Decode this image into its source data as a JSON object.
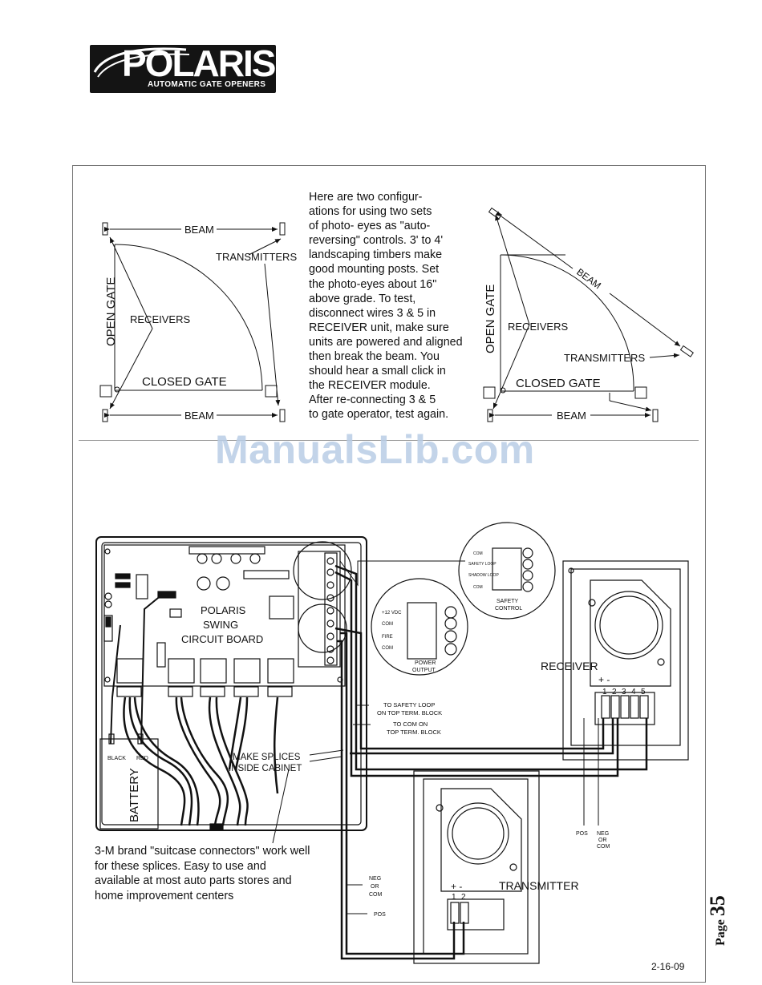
{
  "logo": {
    "word": "POLARIS",
    "tagline": "AUTOMATIC GATE OPENERS"
  },
  "watermark": "ManualsLib.com",
  "config_left": {
    "beam_top": "BEAM",
    "beam_bottom": "BEAM",
    "transmitters": "TRANSMITTERS",
    "receivers": "RECEIVERS",
    "open_gate": "OPEN GATE",
    "closed_gate": "CLOSED GATE"
  },
  "config_right": {
    "beam_diag": "BEAM",
    "beam_bottom": "BEAM",
    "transmitters": "TRANSMITTERS",
    "receivers": "RECEIVERS",
    "open_gate": "OPEN GATE",
    "closed_gate": "CLOSED GATE"
  },
  "description": [
    "Here are two configur-",
    "ations for using two sets",
    "of photo- eyes as \"auto-",
    "reversing\" controls.  3' to 4'",
    "landscaping timbers make",
    "good mounting posts.  Set",
    "the photo-eyes about 16\"",
    "above grade.  To test,",
    "disconnect wires 3 & 5 in",
    "RECEIVER unit, make sure",
    "units are powered and aligned",
    "then break the beam.  You",
    "should hear a small click in",
    "the RECEIVER  module.",
    "After re-connecting 3 & 5",
    "to gate operator, test again."
  ],
  "wiring": {
    "board_title": [
      "POLARIS",
      "SWING",
      "CIRCUIT BOARD"
    ],
    "battery": "BATTERY",
    "black": "BLACK",
    "red": "RED",
    "receiver": "RECEIVER",
    "transmitter": "TRANSMITTER",
    "make_splices": [
      "MAKE SPLICES",
      "INSIDE CABINET"
    ],
    "to_safety_loop": [
      "TO SAFETY LOOP",
      "ON TOP TERM. BLOCK"
    ],
    "to_com": [
      "TO COM ON",
      "TOP TERM. BLOCK"
    ],
    "receiver_terminals": [
      "1",
      "2",
      "3",
      "4",
      "5"
    ],
    "transmitter_terminals": [
      "1",
      "2"
    ],
    "plus_minus": "+ -",
    "pos": "POS",
    "neg": [
      "NEG",
      "OR",
      "COM"
    ],
    "tx_neg": [
      "NEG",
      "OR",
      "COM"
    ],
    "tx_pos": "POS",
    "safety_control": [
      "SAFETY",
      "CONTROL"
    ],
    "safety_terms": [
      "COM",
      "SAFETY LOOP",
      "SHADOW LOOP",
      "COM"
    ],
    "power_output": [
      "POWER",
      "OUTPUT"
    ],
    "power_terms": [
      "+12 VDC",
      "COM",
      "FIRE",
      "COM"
    ]
  },
  "note": [
    "3-M brand \"suitcase connectors\" work well",
    "for these splices.  Easy to use and",
    "available at most auto parts stores and",
    "home improvement centers"
  ],
  "page": {
    "label": "Page",
    "number": "35"
  },
  "date": "2-16-09"
}
